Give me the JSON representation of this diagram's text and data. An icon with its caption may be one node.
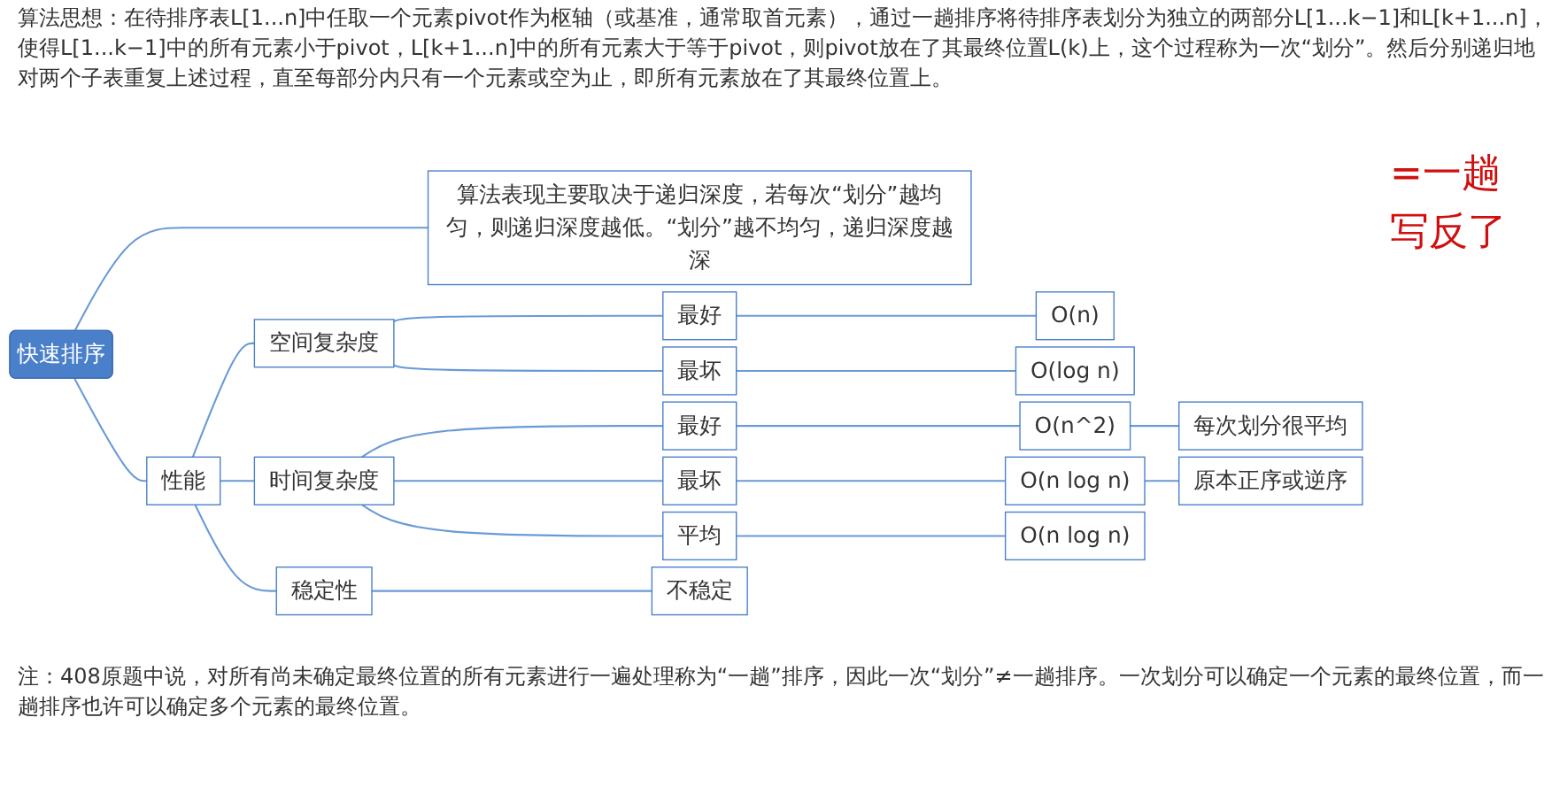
{
  "diagram": {
    "nodes": [
      {
        "text": [
          "快速排序"
        ]
      },
      {
        "text": [
          "算法表现主要取决于递归深度，若每次“划分”越均匀，则递归深度越低。“划分”越不均匀，递归深度越深"
        ]
      },
      {
        "text": [
          "性能"
        ]
      },
      {
        "text": [
          "空间复杂度"
        ]
      },
      {
        "text": [
          "最好"
        ]
      },
      {
        "text": [
          "O(n)"
        ]
      },
      {
        "text": [
          "最坏"
        ]
      },
      {
        "text": [
          "O(log n)"
        ]
      },
      {
        "text": [
          "时间复杂度"
        ]
      },
      {
        "text": [
          "最好"
        ]
      },
      {
        "text": [
          "O(n^2)"
        ]
      },
      {
        "text": [
          "每次划分很平均"
        ]
      },
      {
        "text": [
          "最坏"
        ]
      },
      {
        "text": [
          "O(n log n)"
        ]
      },
      {
        "text": [
          "原本正序或逆序"
        ]
      },
      {
        "text": [
          "平均"
        ]
      },
      {
        "text": [
          "O(n log n)"
        ]
      },
      {
        "text": [
          "稳定性"
        ]
      },
      {
        "text": [
          "不稳定"
        ]
      }
    ],
    "edges": [
      {
        "from": 0,
        "to": 1,
        "arrow": "none"
      },
      {
        "from": 0,
        "to": 2,
        "arrow": "none"
      },
      {
        "from": 2,
        "to": 3,
        "arrow": "none"
      },
      {
        "from": 3,
        "to": 4,
        "arrow": "none"
      },
      {
        "from": 4,
        "to": 5,
        "arrow": "none"
      },
      {
        "from": 3,
        "to": 6,
        "arrow": "none"
      },
      {
        "from": 6,
        "to": 7,
        "arrow": "none"
      },
      {
        "from": 2,
        "to": 8,
        "arrow": "none"
      },
      {
        "from": 8,
        "to": 9,
        "arrow": "none"
      },
      {
        "from": 9,
        "to": 10,
        "arrow": "none"
      },
      {
        "from": 10,
        "to": 11,
        "arrow": "none"
      },
      {
        "from": 8,
        "to": 12,
        "arrow": "none"
      },
      {
        "from": 12,
        "to": 13,
        "arrow": "none"
      },
      {
        "from": 13,
        "to": 14,
        "arrow": "none"
      },
      {
        "from": 8,
        "to": 15,
        "arrow": "none"
      },
      {
        "from": 15,
        "to": 16,
        "arrow": "none"
      },
      {
        "from": 2,
        "to": 17,
        "arrow": "none"
      },
      {
        "from": 17,
        "to": 18,
        "arrow": "none"
      }
    ],
    "labels": [
      "算法思想：在待排序表L[1...n]中任取一个元素pivot作为枢轴（或基准，通常取首元素），通过一趟排序将待排序表划分为独立的两部分L[1...k−1]和L[k+1...n]，使得L[1...k−1]中的所有元素小于pivot，L[k+1...n]中的所有元素大于等于pivot，则pivot放在了其最终位置L(k)上，这个过程称为一次“划分”。然后分别递归地对两个子表重复上述过程，直至每部分内只有一个元素或空为止，即所有元素放在了其最终位置上。",
      "=一趟",
      "写反了",
      "注：408原题中说，对所有尚未确定最终位置的所有元素进行一遍处理称为“一趟”排序，因此一次“划分”≠一趟排序。一次划分可以确定一个元素的最终位置，而一趟排序也许可以确定多个元素的最终位置。"
    ]
  }
}
